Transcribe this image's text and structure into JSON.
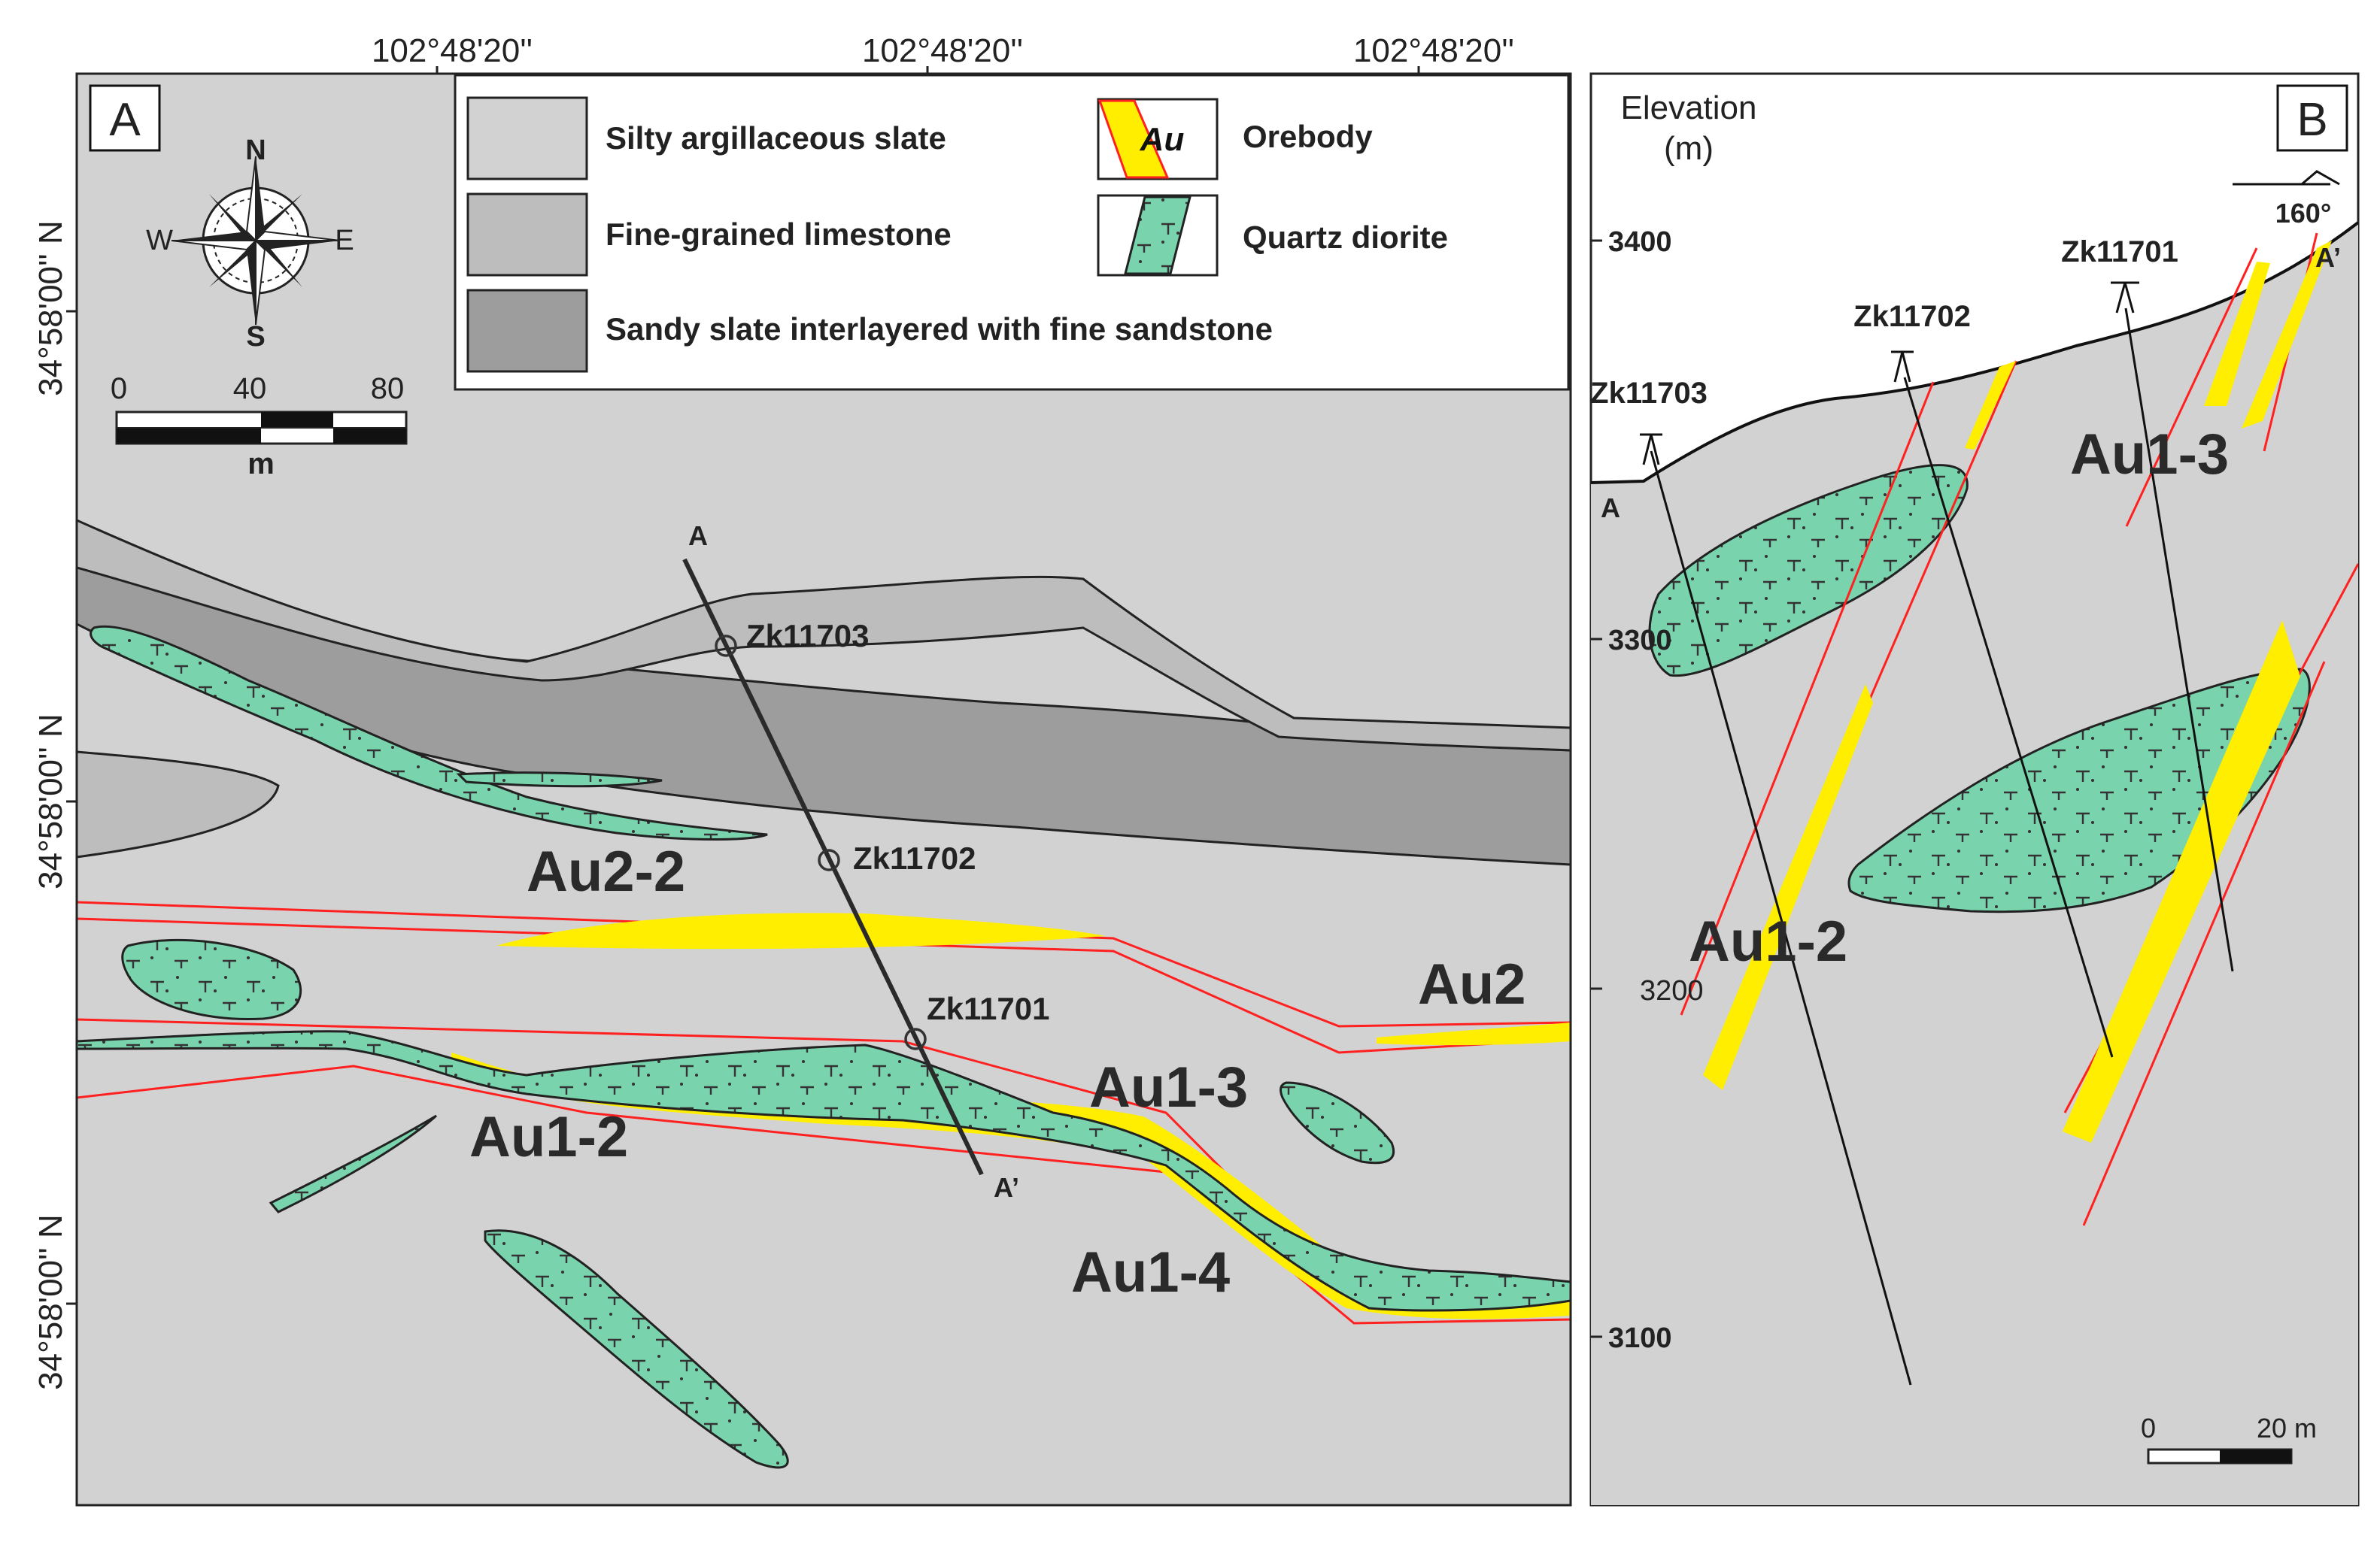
{
  "panel_a": {
    "label": "A",
    "top_coords": [
      "102°48'20''",
      "102°48'20''",
      "102°48'20''"
    ],
    "left_coords": [
      "34°58'00'' N",
      "34°58'00'' N",
      "34°58'00'' N"
    ],
    "compass": {
      "n": "N",
      "s": "S",
      "e": "E",
      "w": "W"
    },
    "scale": {
      "ticks": [
        "0",
        "40",
        "80"
      ],
      "unit": "m"
    },
    "legend": [
      {
        "text": "Silty argillaceous  slate",
        "color": "#d2d2d2"
      },
      {
        "text": "Fine-grained limestone",
        "color": "#bdbdbd"
      },
      {
        "text": "Sandy slate interlayered with fine sandstone",
        "color": "#9d9d9d"
      },
      {
        "text": "Orebody",
        "symbol": "Au",
        "color": "#ffee00"
      },
      {
        "text": "Quartz diorite",
        "color": "#79d3ad"
      }
    ],
    "section_line": {
      "start": "A",
      "end": "A’"
    },
    "drillholes": [
      "Zk11703",
      "Zk11702",
      "Zk11701"
    ],
    "orebodies": [
      "Au2-2",
      "Au2",
      "Au1-3",
      "Au1-2",
      "Au1-4"
    ]
  },
  "panel_b": {
    "label": "B",
    "axis_title_1": "Elevation",
    "axis_title_2": "(m)",
    "elevations": [
      "3400",
      "3300",
      "3200",
      "3100"
    ],
    "azimuth": "160°",
    "section_start": "A",
    "section_end": "A’",
    "drillholes": [
      "Zk11703",
      "Zk11702",
      "Zk11701"
    ],
    "orebodies": [
      "Au1-3",
      "Au1-2"
    ],
    "scale": {
      "ticks": [
        "0",
        "20 m"
      ]
    }
  },
  "colors": {
    "background": "#d2d2d2",
    "limestone": "#bdbdbd",
    "sandy_slate": "#9d9d9d",
    "orebody": "#ffee00",
    "diorite": "#79d3ad",
    "fault": "#ff2020"
  }
}
